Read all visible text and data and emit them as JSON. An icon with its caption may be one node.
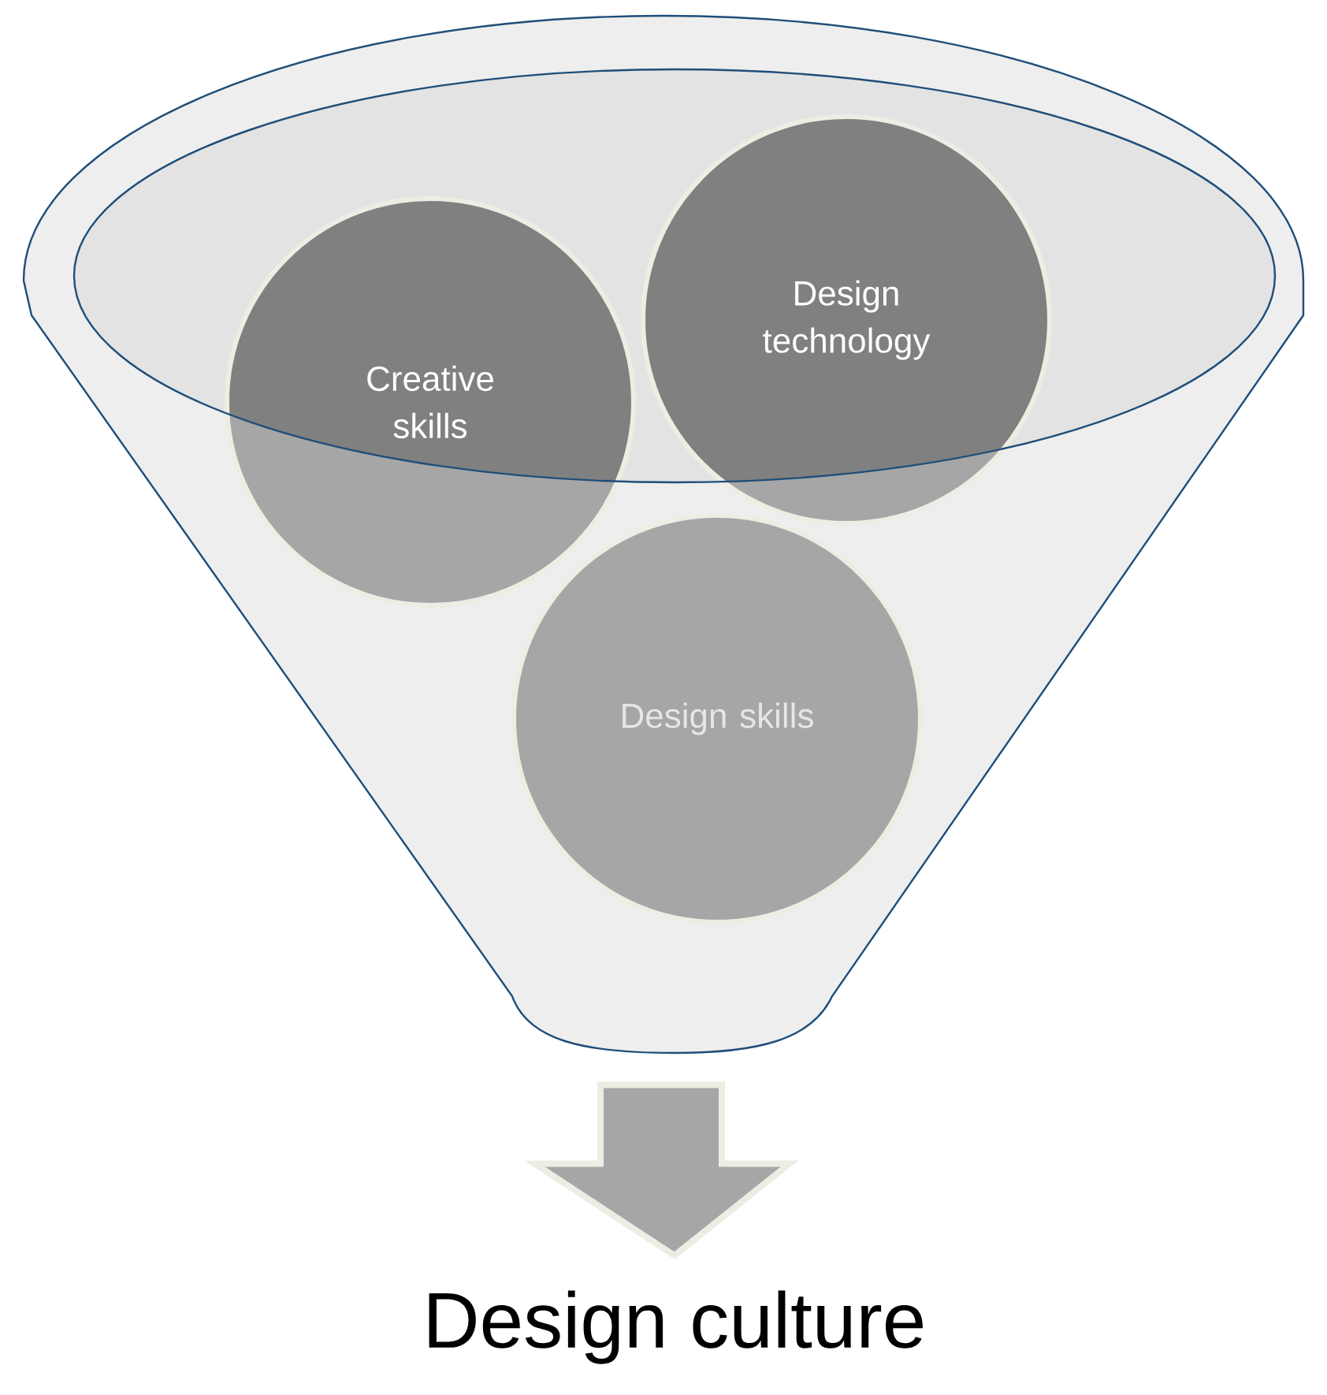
{
  "diagram": {
    "nodes": [
      {
        "text": [],
        "shape": "funnel"
      },
      {
        "text": [
          "Creative skills"
        ],
        "in": 0
      },
      {
        "text": [
          "Design technology"
        ],
        "in": 0
      },
      {
        "text": [
          "Design skills"
        ],
        "in": 0
      },
      {
        "text": [
          "Design culture"
        ]
      }
    ],
    "edges": [
      {
        "from": 0,
        "to": 4,
        "arrow": "to"
      }
    ]
  }
}
